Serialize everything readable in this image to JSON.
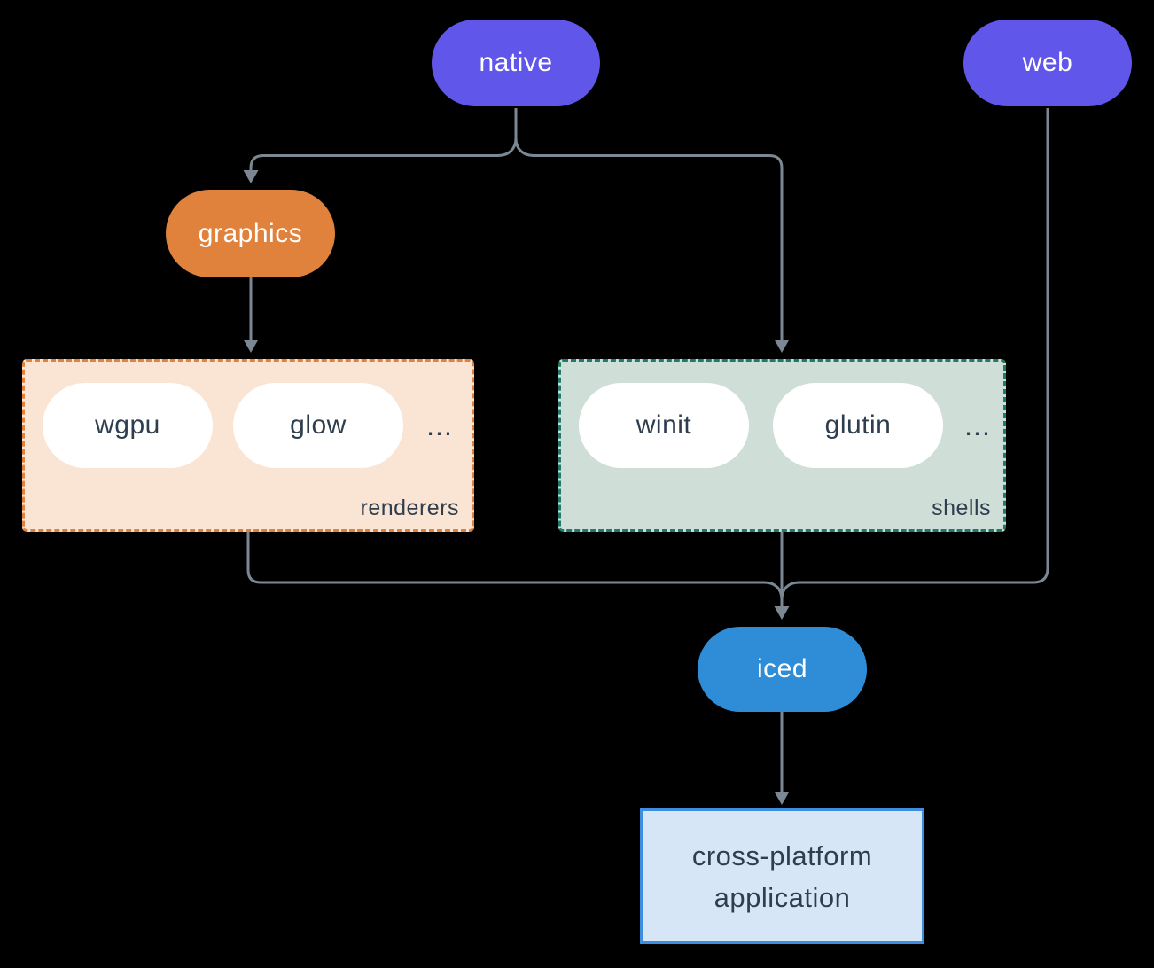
{
  "colors": {
    "background": "#000000",
    "platform_pill": "#6156EA",
    "graphics_pill": "#E0813C",
    "iced_pill": "#2F8DD8",
    "renderers_fill": "#FAE4D3",
    "renderers_border": "#E0813C",
    "shells_fill": "#CFDFD8",
    "shells_border": "#1F7A6A",
    "application_fill": "#D6E6F7",
    "application_border": "#3E8EE0",
    "connector": "#7B8894",
    "dark_text": "#2F3E4E",
    "light_text": "#FFFFFF"
  },
  "nodes": {
    "native": {
      "label": "native"
    },
    "web": {
      "label": "web"
    },
    "graphics": {
      "label": "graphics"
    },
    "iced": {
      "label": "iced"
    },
    "application": {
      "line1": "cross-platform",
      "line2": "application"
    }
  },
  "groups": {
    "renderers": {
      "label": "renderers",
      "items": [
        "wgpu",
        "glow"
      ],
      "ellipsis": "..."
    },
    "shells": {
      "label": "shells",
      "items": [
        "winit",
        "glutin"
      ],
      "ellipsis": "..."
    }
  }
}
